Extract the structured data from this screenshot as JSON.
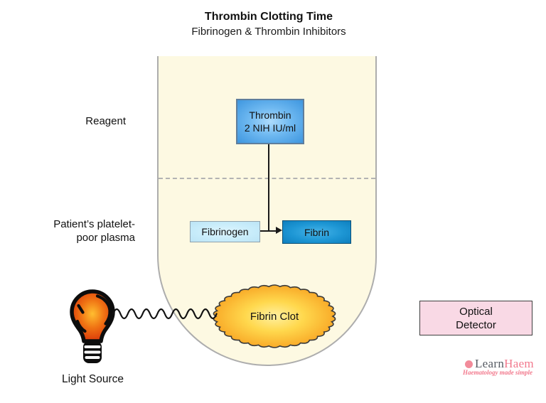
{
  "title": {
    "line1": "Thrombin Clotting Time",
    "line2": "Fibrinogen & Thrombin Inhibitors"
  },
  "labels": {
    "reagent": "Reagent",
    "plasma_line1": "Patient’s platelet-",
    "plasma_line2": "poor plasma",
    "light_source": "Light Source"
  },
  "tube": {
    "thrombin_line1": "Thrombin",
    "thrombin_line2": "2 NIH IU/ml",
    "fibrinogen": "Fibrinogen",
    "fibrin": "Fibrin",
    "fibrin_clot": "Fibrin Clot"
  },
  "detector": {
    "line1": "Optical",
    "line2": "Detector"
  },
  "logo": {
    "brand_learn": "Learn",
    "brand_haem": "Haem",
    "tagline": "Haematology made simple"
  },
  "colors": {
    "tube_fill": "#FDF9E2",
    "tube_border": "#ADADAD",
    "thrombin_blue": "#3E96DF",
    "fibrinogen_blue": "#C7ECFA",
    "fibrin_blue": "#0E7FBE",
    "clot_orange": "#F5A127",
    "clot_yellow": "#FFF0A0",
    "detector_pink": "#F9D9E5",
    "bulb_red": "#D52B07",
    "brand_pink": "#F2788C"
  }
}
